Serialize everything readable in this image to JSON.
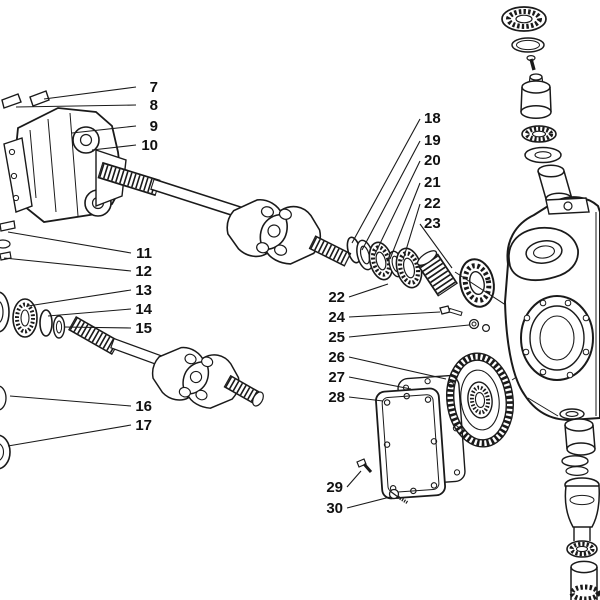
{
  "diagram": {
    "background": "#ffffff",
    "line_color": "#1a1a1a",
    "text_color": "#111111",
    "callouts": [
      {
        "label": "7"
      },
      {
        "label": "8"
      },
      {
        "label": "9"
      },
      {
        "label": "10"
      },
      {
        "label": "11"
      },
      {
        "label": "12"
      },
      {
        "label": "13"
      },
      {
        "label": "14"
      },
      {
        "label": "15"
      },
      {
        "label": "16"
      },
      {
        "label": "17"
      },
      {
        "label": "18"
      },
      {
        "label": "19"
      },
      {
        "label": "20"
      },
      {
        "label": "21"
      },
      {
        "label": "22"
      },
      {
        "label": "23"
      },
      {
        "label": "22"
      },
      {
        "label": "24"
      },
      {
        "label": "25"
      },
      {
        "label": "26"
      },
      {
        "label": "27"
      },
      {
        "label": "28"
      },
      {
        "label": "29"
      },
      {
        "label": "30"
      }
    ]
  }
}
